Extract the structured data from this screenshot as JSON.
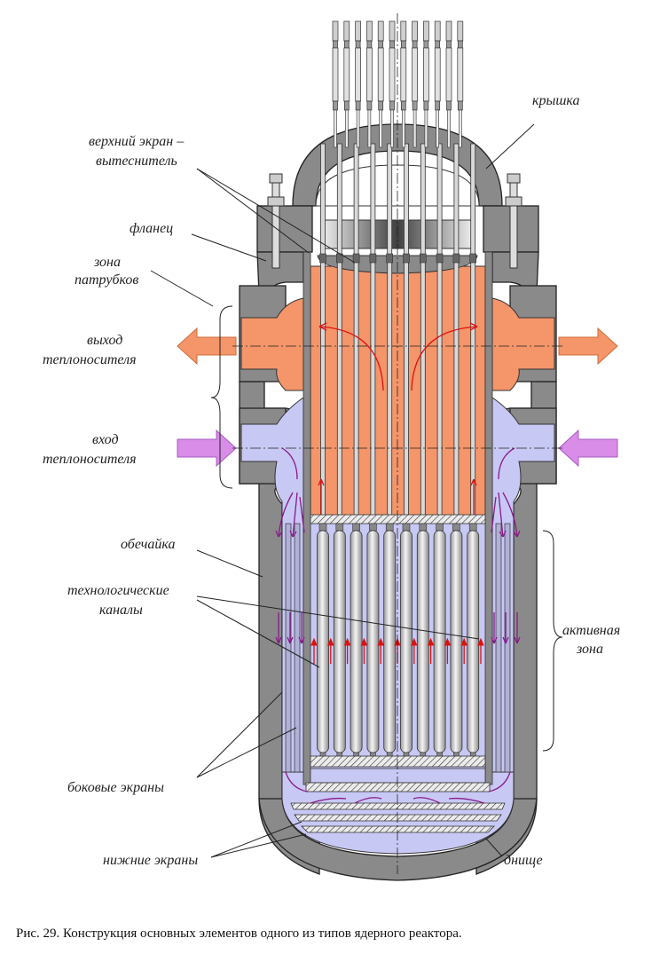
{
  "labels": {
    "lid": "крышка",
    "upper_screen_line1": "верхний экран –",
    "upper_screen_line2": "вытеснитель",
    "flange": "фланец",
    "nozzle_zone_line1": "зона",
    "nozzle_zone_line2": "патрубков",
    "outlet_line1": "выход",
    "outlet_line2": "теплоносителя",
    "inlet_line1": "вход",
    "inlet_line2": "теплоносителя",
    "shell": "обечайка",
    "channels_line1": "технологические",
    "channels_line2": "каналы",
    "active_zone_line1": "активная",
    "active_zone_line2": "зона",
    "side_screens": "боковые  экраны",
    "bottom_screens": "нижние  экраны",
    "bottom": "днище"
  },
  "caption": "Рис. 29. Конструкция основных элементов одного из типов ядерного реактора.",
  "colors": {
    "hot_coolant": "#f4956a",
    "cold_coolant": "#c8c8f5",
    "steel": "#8a8a8a",
    "outlet_arrow": "#f4956a",
    "inlet_arrow": "#d98ce8",
    "flow_up": "#dd1111",
    "flow_down": "#8a1a8a"
  }
}
